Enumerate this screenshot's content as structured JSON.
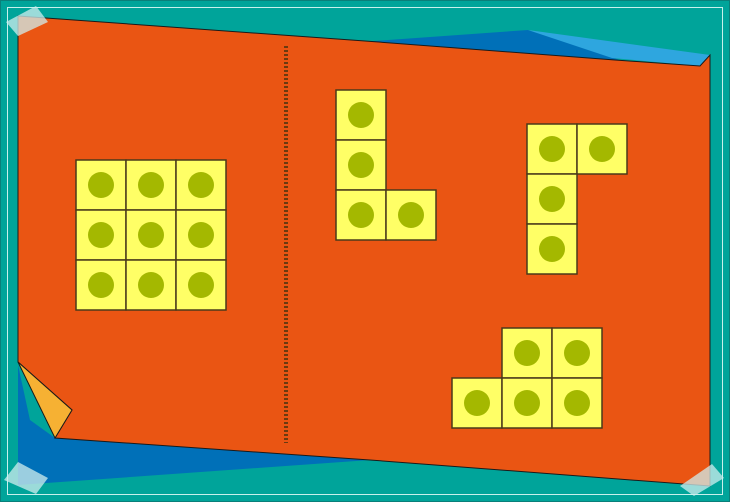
{
  "colors": {
    "background": "#00a49a",
    "paper": "#ea5513",
    "paper_back": "#0070b8",
    "paper_back_light": "#2ea6df",
    "corner_fold": "#f6b133",
    "cube_face": "#ffff66",
    "cube_dot": "#a4b800",
    "cube_border": "#4a3a1a",
    "divider": "#6b3a10",
    "tape": "#cfeeee"
  },
  "icons": {
    "cube": "square-with-dot",
    "tape": "tape-strip",
    "divider": "dashed-line"
  },
  "shapes": {
    "target": {
      "label": "",
      "cells": [
        [
          0,
          0
        ],
        [
          1,
          0
        ],
        [
          2,
          0
        ],
        [
          0,
          1
        ],
        [
          1,
          1
        ],
        [
          2,
          1
        ],
        [
          0,
          2
        ],
        [
          1,
          2
        ],
        [
          2,
          2
        ]
      ]
    },
    "pieces": [
      {
        "id": "l-piece",
        "cells": [
          [
            0,
            0
          ],
          [
            0,
            1
          ],
          [
            0,
            2
          ],
          [
            1,
            2
          ]
        ]
      },
      {
        "id": "j-piece",
        "cells": [
          [
            0,
            0
          ],
          [
            1,
            0
          ],
          [
            0,
            1
          ],
          [
            0,
            2
          ]
        ]
      },
      {
        "id": "p-piece",
        "cells": [
          [
            1,
            0
          ],
          [
            2,
            0
          ],
          [
            0,
            1
          ],
          [
            1,
            1
          ],
          [
            2,
            1
          ]
        ]
      }
    ]
  }
}
